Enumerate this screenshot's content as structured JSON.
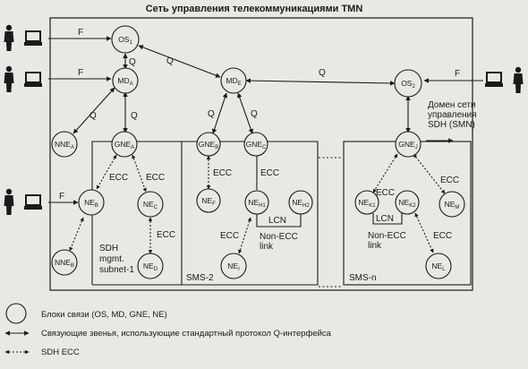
{
  "title": "Сеть управления телекоммуникациями TMN",
  "nodes": {
    "os1": {
      "base": "OS",
      "sub": "1"
    },
    "os2": {
      "base": "OS",
      "sub": "2"
    },
    "mda": {
      "base": "MD",
      "sub": "A"
    },
    "mde": {
      "base": "MD",
      "sub": "E"
    },
    "nnea": {
      "base": "NNE",
      "sub": "A"
    },
    "gnea": {
      "base": "GNE",
      "sub": "A"
    },
    "gneb": {
      "base": "GNE",
      "sub": "B"
    },
    "gnec": {
      "base": "GNE",
      "sub": "C"
    },
    "gnej": {
      "base": "GNE",
      "sub": "J"
    },
    "neb": {
      "base": "NE",
      "sub": "B"
    },
    "nec": {
      "base": "NE",
      "sub": "C"
    },
    "ned": {
      "base": "NE",
      "sub": "D"
    },
    "nnab": {
      "base": "NNE",
      "sub": "B"
    },
    "nef": {
      "base": "NE",
      "sub": "F"
    },
    "neh1": {
      "base": "NE",
      "sub": "H1"
    },
    "neh2": {
      "base": "NE",
      "sub": "H2"
    },
    "nei": {
      "base": "NE",
      "sub": "I"
    },
    "nek1": {
      "base": "NE",
      "sub": "K1"
    },
    "nek2": {
      "base": "NE",
      "sub": "K2"
    },
    "nem": {
      "base": "NE",
      "sub": "M"
    },
    "nel": {
      "base": "NE",
      "sub": "L"
    }
  },
  "labels": {
    "f": "F",
    "q": "Q",
    "ecc": "ECC",
    "lcn": "LCN",
    "non_ecc": "Non-ECC",
    "link": "link",
    "smn_line1": "Домен сети",
    "smn_line2": "управления",
    "smn_line3": "SDH (SMN)",
    "sdh_line1": "SDH",
    "sdh_line2": "mgmt.",
    "sdh_line3": "subnet-1",
    "sms2": "SMS-2",
    "smsn": "SMS-n"
  },
  "legend": {
    "blocks": "Блоки связи (OS, MD, GNE, NE)",
    "q_links": "Связующие звенья, использующие стандартный протокол Q-интерфейса",
    "sdh_ecc": "SDH ECC"
  }
}
